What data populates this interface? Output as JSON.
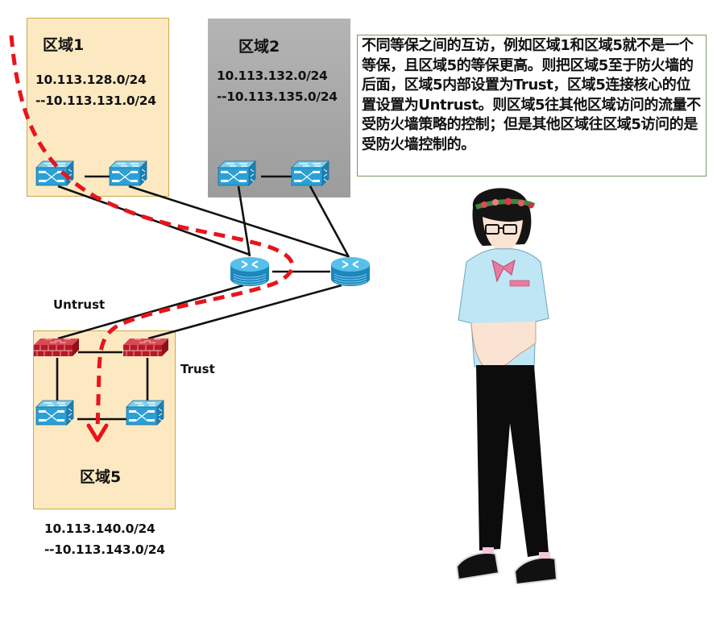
{
  "zones": [
    {
      "id": "zone1",
      "title": "区域1",
      "ip_start": "10.113.128.0/24",
      "ip_end": "--10.113.131.0/24",
      "color": "#fde9c1"
    },
    {
      "id": "zone2",
      "title": "区域2",
      "ip_start": "10.113.132.0/24",
      "ip_end": "--10.113.135.0/24",
      "color": "#a8a8a8"
    },
    {
      "id": "zone5",
      "title": "区域5",
      "ip_start": "10.113.140.0/24",
      "ip_end": "--10.113.143.0/24",
      "color": "#fde9c1"
    }
  ],
  "labels": {
    "untrust": "Untrust",
    "trust": "Trust"
  },
  "note": {
    "text": "不同等保之间的互访，例如区域1和区域5就不是一个等保，且区域5的等保更高。则把区域5至于防火墙的后面，区域5内部设置为Trust，区域5连接核心的位置设置为Untrust。则区域5往其他区域访问的流量不受防火墙策略的控制；但是其他区域往区域5访问的是受防火墙控制的。",
    "border_color": "#7a9a60"
  },
  "devices": {
    "switches": [
      "zone1-switch-a",
      "zone1-switch-b",
      "zone2-switch-a",
      "zone2-switch-b",
      "zone5-switch-a",
      "zone5-switch-b"
    ],
    "core_routers": [
      "core-router-a",
      "core-router-b"
    ],
    "firewalls": [
      "firewall-a",
      "firewall-b"
    ]
  },
  "traffic_path": {
    "color": "#e8141c",
    "from": "区域1",
    "to": "区域5",
    "style": "dashed-arrow"
  },
  "illustration": {
    "subject": "cartoon girl with flower crown, glasses, light-blue shirt, pink bow, black trousers, black sneakers"
  }
}
